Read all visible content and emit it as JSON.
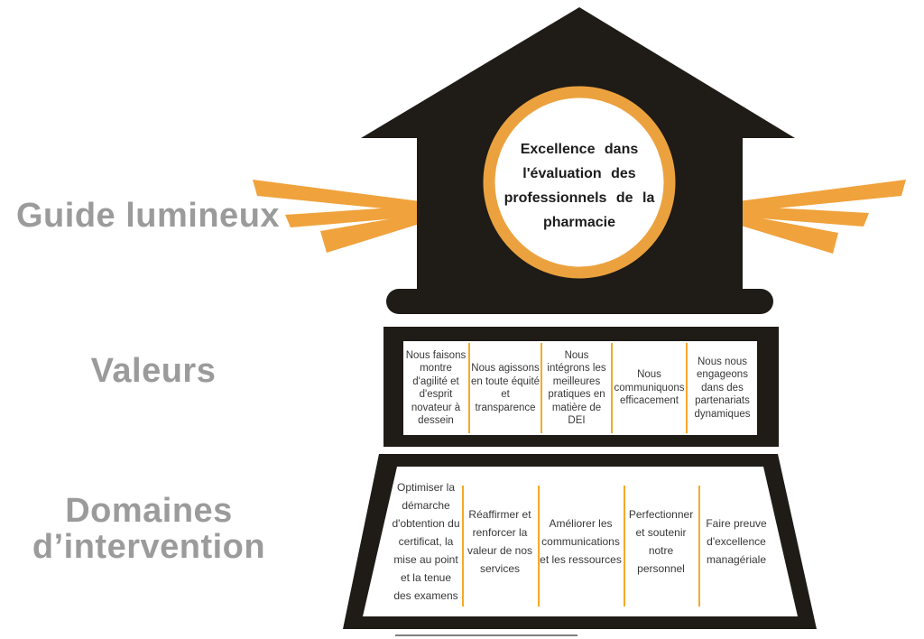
{
  "diagram": {
    "title_circle": {
      "lines": [
        "Excellence dans",
        "l'évaluation des",
        "professionnels de la",
        "pharmacie"
      ]
    },
    "row_labels": {
      "guide": "Guide lumineux",
      "values": "Valeurs",
      "domains_line1": "Domaines",
      "domains_line2": "d’intervention"
    },
    "values": [
      "Nous faisons montre d'agilité et d'esprit novateur à dessein",
      "Nous agissons en toute équité et transparence",
      "Nous intégrons les meilleures pratiques en matière de DEI",
      "Nous communiquons efficacement",
      "Nous nous engageons dans des partenariats dynamiques"
    ],
    "domains": [
      "Optimiser la démarche d'obtention du certificat, la mise au point et la tenue des examens",
      "Réaffirmer et renforcer la valeur de nos services",
      "Améliorer les communications et les ressources",
      "Perfectionner et soutenir notre personnel",
      "Faire preuve d'excellence managériale"
    ],
    "colors": {
      "accent_orange": "#F0A23C",
      "separator_orange": "#F5A928",
      "ink_black": "#1F1B16",
      "label_gray": "#9B9B9B"
    }
  }
}
